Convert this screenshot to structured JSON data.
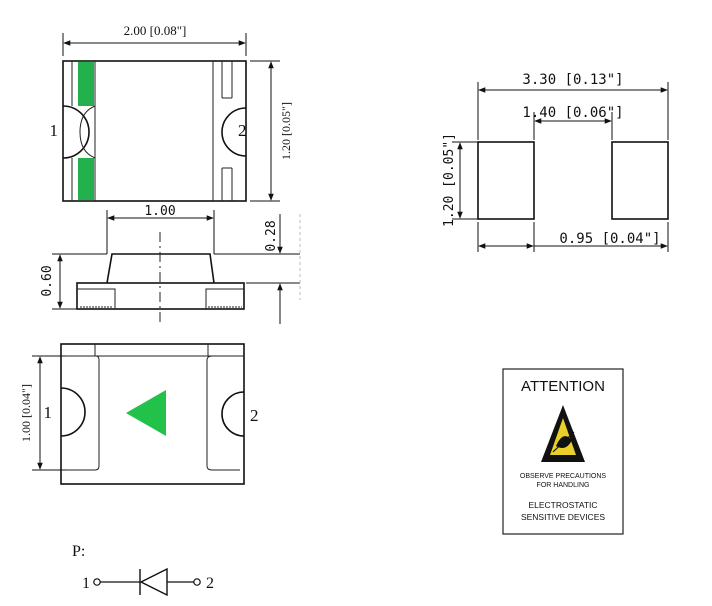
{
  "top_view": {
    "width_dim": "2.00 [0.08\"]",
    "height_dim": "1.20 [0.05\"]",
    "pin1": "1",
    "pin2": "2",
    "band_color": "#22b14c"
  },
  "side_view": {
    "lens_width_dim": "1.00",
    "total_height_dim": "0.60",
    "lens_height_dim": "0.28"
  },
  "bottom_view": {
    "height_dim": "1.00 [0.04\"]",
    "pin1": "1",
    "pin2": "2",
    "polarity_color": "#22c24a"
  },
  "pad_layout": {
    "overall_dim": "3.30 [0.13\"]",
    "gap_dim": "1.40 [0.06\"]",
    "pad_height_dim": "1.20 [0.05\"]",
    "pad_width_dim": "0.95 [0.04\"]"
  },
  "schematic": {
    "label": "P:",
    "pin1": "1",
    "pin2": "2"
  },
  "esd_label": {
    "title": "ATTENTION",
    "line1": "OBSERVE PRECAUTIONS",
    "line2": "FOR HANDLING",
    "line3": "ELECTROSTATIC",
    "line4": "SENSITIVE DEVICES"
  }
}
